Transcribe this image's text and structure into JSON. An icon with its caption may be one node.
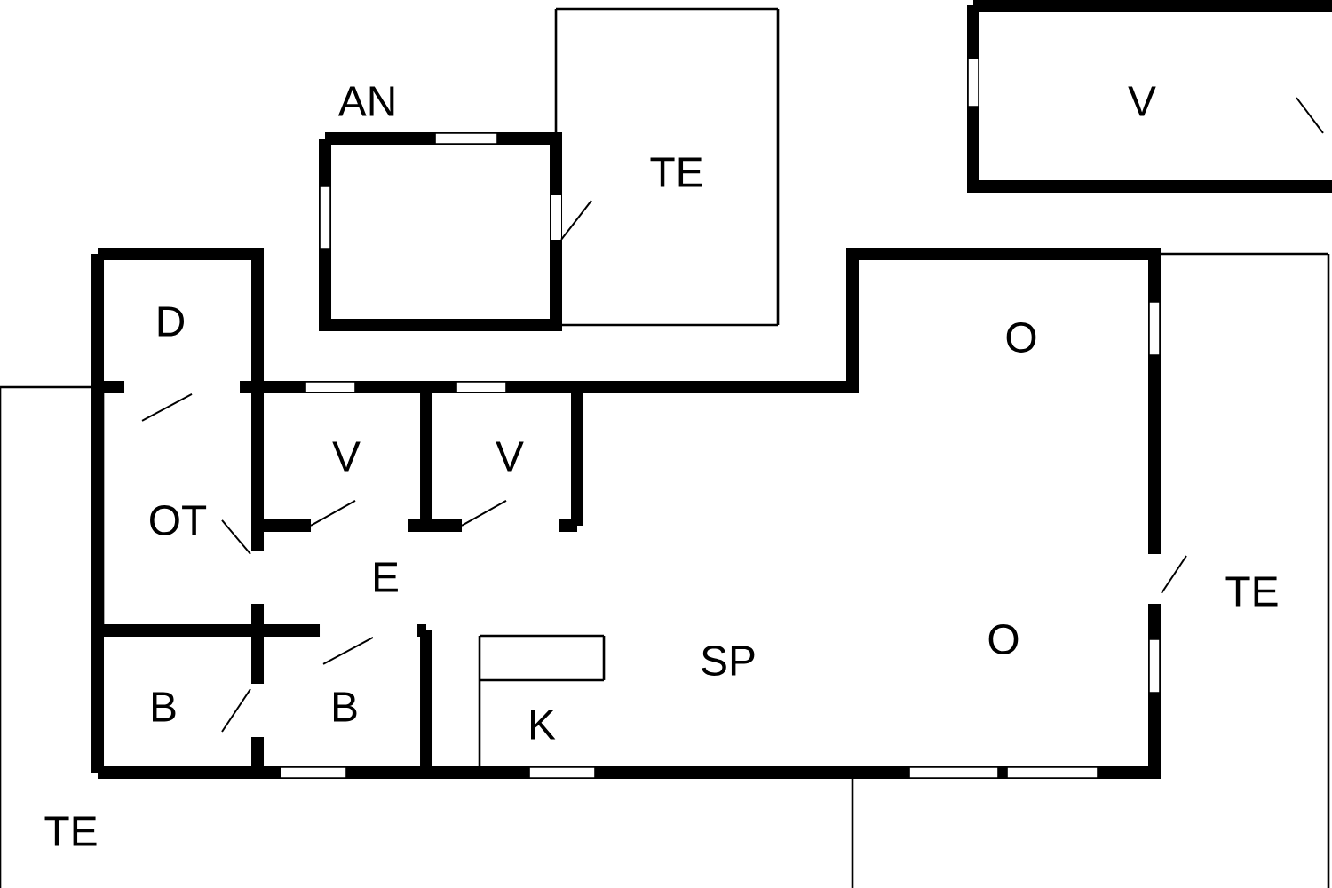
{
  "diagram": {
    "labels": [
      "AN",
      "TE",
      "V",
      "D",
      "O",
      "V",
      "V",
      "OT",
      "E",
      "TE",
      "O",
      "B",
      "B",
      "SP",
      "K",
      "TE"
    ]
  }
}
